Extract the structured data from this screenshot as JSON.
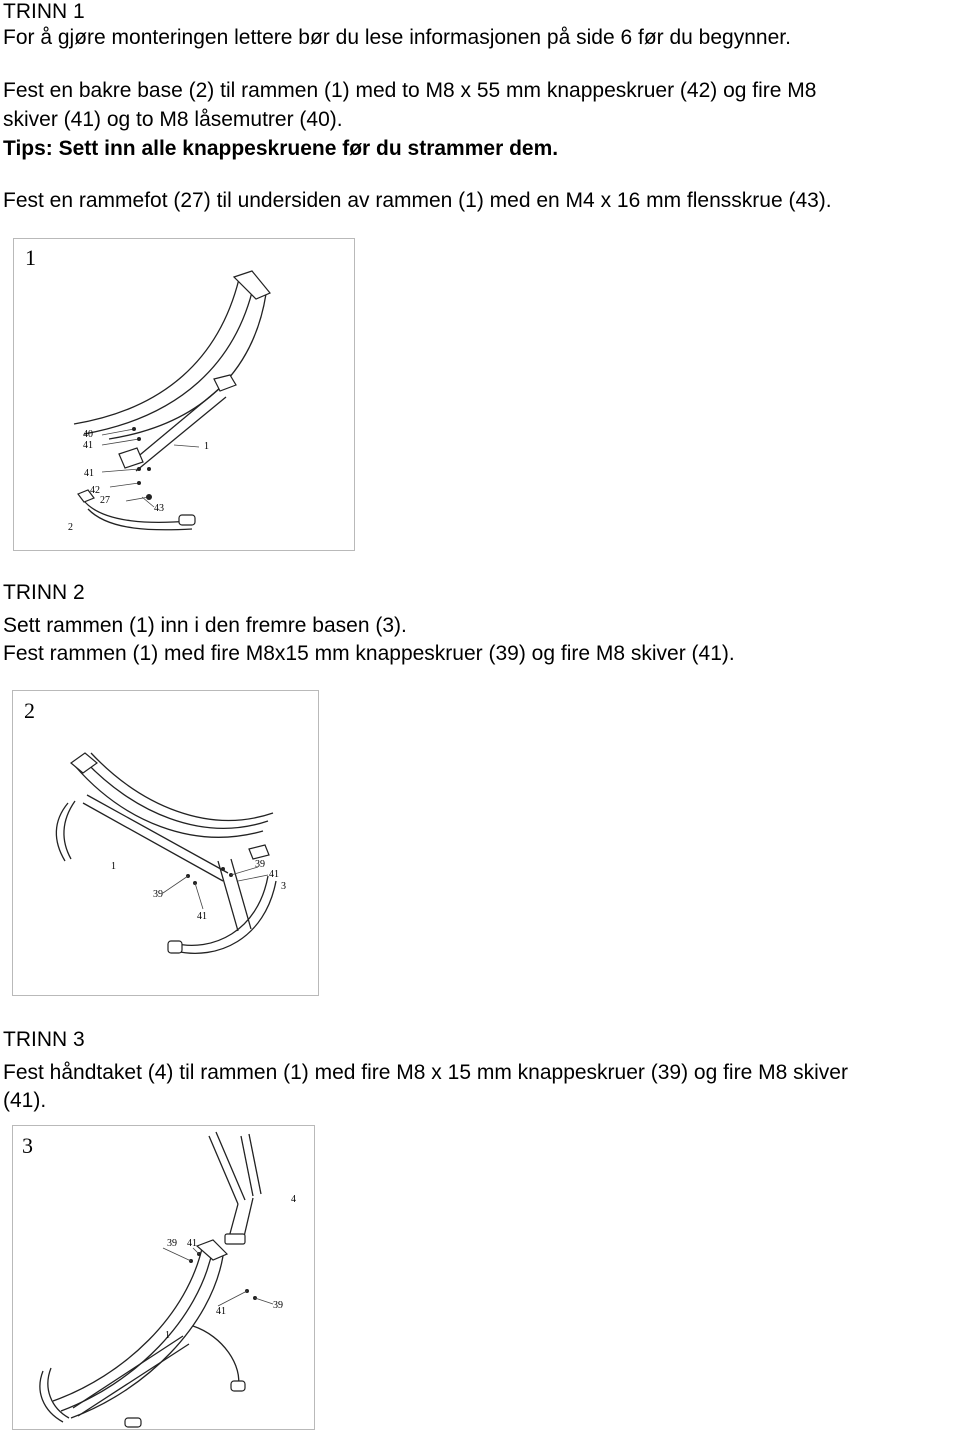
{
  "step1": {
    "heading": "TRINN 1",
    "line1": "For å gjøre monteringen lettere bør du lese informasjonen på side 6 før du begynner.",
    "line2": "Fest en bakre base (2) til rammen (1) med to M8 x 55 mm knappeskruer (42) og fire M8",
    "line3": "skiver (41) og to M8 låsemutrer (40).",
    "tip": "Tips: Sett inn alle knappeskruene før du strammer dem.",
    "line4": "Fest en rammefot (27) til undersiden av rammen (1) med en M4 x 16 mm flensskrue (43).",
    "figure": {
      "number": "1",
      "labels": [
        "40",
        "41",
        "1",
        "41",
        "42",
        "27",
        "43",
        "2"
      ]
    }
  },
  "step2": {
    "heading": "TRINN 2",
    "line1": "Sett rammen (1) inn i den fremre basen (3).",
    "line2": "Fest rammen (1) med fire M8x15 mm knappeskruer (39) og fire M8 skiver (41).",
    "figure": {
      "number": "2",
      "labels": [
        "1",
        "39",
        "41",
        "3",
        "39",
        "41"
      ]
    }
  },
  "step3": {
    "heading": "TRINN 3",
    "line1": "Fest håndtaket (4) til rammen (1) med fire M8 x 15 mm knappeskruer (39) og fire M8 skiver",
    "line2": "(41).",
    "figure": {
      "number": "3",
      "labels": [
        "4",
        "39",
        "41",
        "41",
        "39",
        "1"
      ]
    }
  }
}
